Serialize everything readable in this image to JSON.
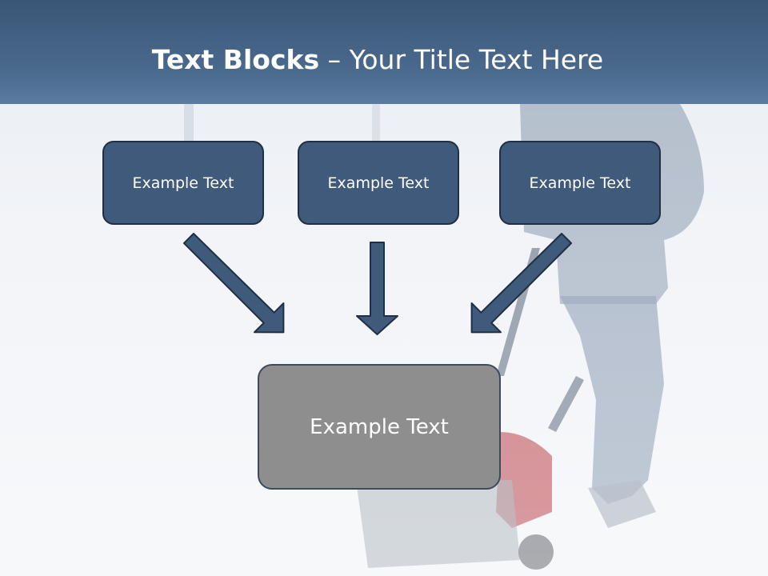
{
  "slide": {
    "title_bold": "Text Blocks",
    "title_dash": " – ",
    "title_rest": "Your Title Text Here",
    "boxes": [
      {
        "label": "Example Text"
      },
      {
        "label": "Example Text"
      },
      {
        "label": "Example Text"
      }
    ],
    "center_box": {
      "label": "Example Text"
    }
  },
  "colors": {
    "header": "#3a5676",
    "box_fill": "#3f5a7a",
    "box_border": "#1f2f44",
    "center_box_fill": "#8e8e8e",
    "arrow_fill": "#3f5a7a"
  },
  "background_image": "person-using-snowblower-in-snow"
}
